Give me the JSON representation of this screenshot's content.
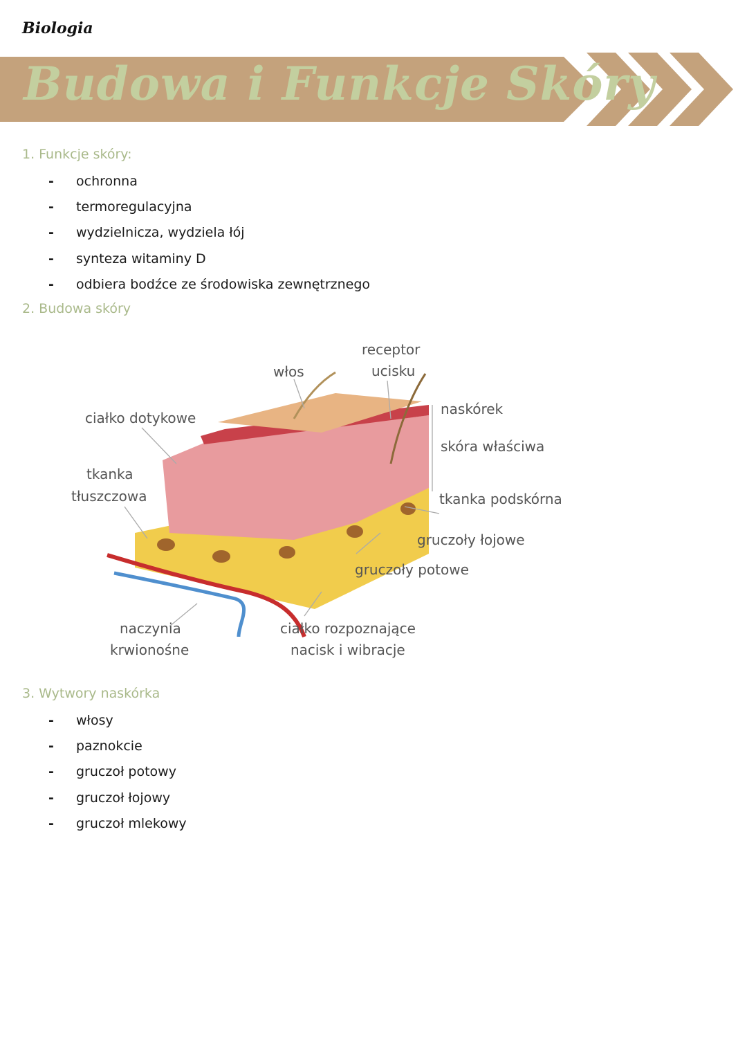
{
  "subject": "Biologia",
  "title": "Budowa i Funkcje Skóry",
  "colors": {
    "banner": "#c4a27c",
    "title": "#c3cf9f",
    "heading": "#a9b98a"
  },
  "sections": [
    {
      "heading": "1. Funkcje skóry:",
      "items": [
        "ochronna",
        "termoregulacyjna",
        "wydzielnicza, wydziela łój",
        "synteza witaminy D",
        "odbiera bodźce ze środowiska zewnętrznego"
      ]
    },
    {
      "heading": "2. Budowa skóry"
    },
    {
      "heading": "3. Wytwory naskórka",
      "items": [
        "włosy",
        "paznokcie",
        "gruczoł potowy",
        "gruczoł łojowy",
        "gruczoł mlekowy"
      ]
    }
  ],
  "diagram": {
    "labels": {
      "wlos": "włos",
      "receptor_1": "receptor",
      "receptor_2": "ucisku",
      "cialko_dotykowe": "ciałko dotykowe",
      "naskorek": "naskórek",
      "skora_wlasciwa": "skóra właściwa",
      "tkanka_1": "tkanka",
      "tkanka_2": "tłuszczowa",
      "tkanka_podskorna": "tkanka podskórna",
      "gruczoly_lojowe": "gruczoły łojowe",
      "gruczoly_potowe": "gruczoły potowe",
      "naczynia_1": "naczynia",
      "naczynia_2": "krwionośne",
      "cialko_rozp_1": "ciałko rozpoznające",
      "cialko_rozp_2": "nacisk i wibracje"
    }
  }
}
